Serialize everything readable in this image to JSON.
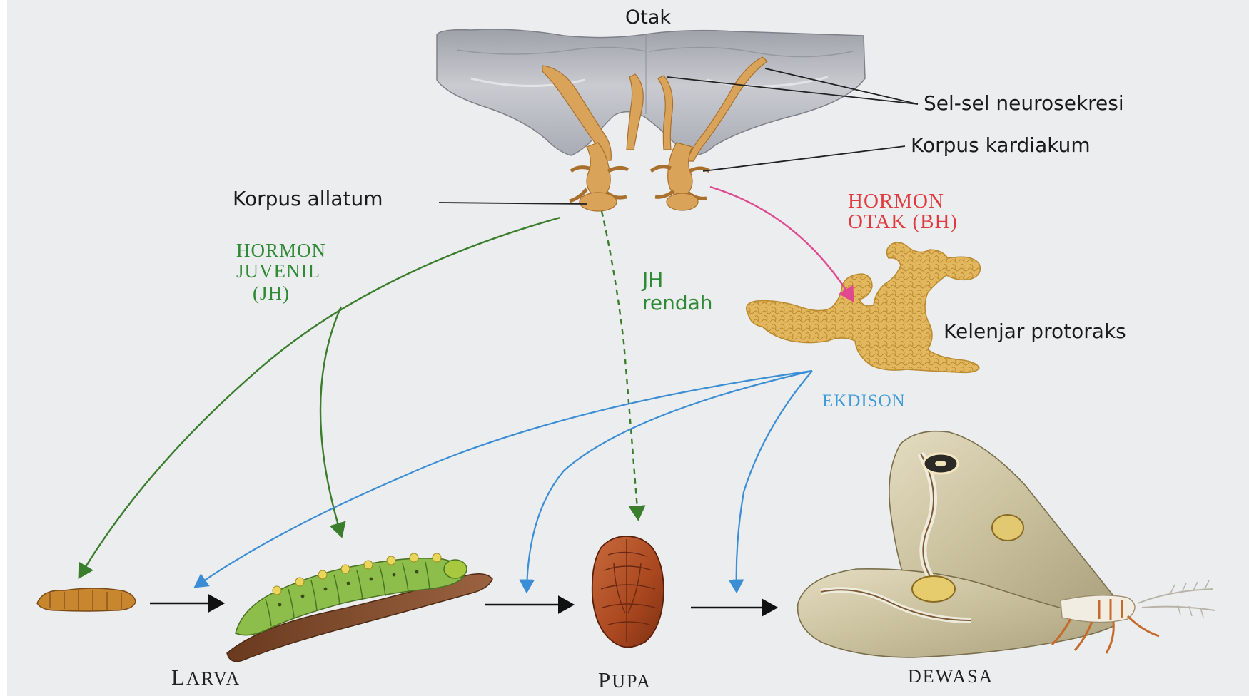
{
  "labels": {
    "otak": "Otak",
    "sel_sel_neurosekresi": "Sel-sel neurosekresi",
    "korpus_kardiakum": "Korpus kardiakum",
    "korpus_allatum": "Korpus allatum",
    "hormon_otak_line1": "HORMON",
    "hormon_otak_line2": "OTAK (BH)",
    "hormon_juvenil_line1": "HORMON",
    "hormon_juvenil_line2": "JUVENIL",
    "hormon_juvenil_line3": "(JH)",
    "jh_rendah_line1": "JH",
    "jh_rendah_line2": "rendah",
    "kelenjar_protoraks": "Kelenjar protoraks",
    "ekdison": "EKDISON",
    "larva_initial": "L",
    "larva_rest": "ARVA",
    "pupa_initial": "P",
    "pupa_rest": "UPA",
    "dewasa": "DEWASA"
  },
  "colors": {
    "background": "#ecedef",
    "brain": "#b9bcc3",
    "gland": "#d8ab55",
    "juvenile_hormone": "#3a7d2c",
    "brain_hormone": "#e0488f",
    "ecdysone": "#3b8ed6",
    "hormon_otak_text": "#e03a3e",
    "ekdison_text": "#3f9ad8",
    "jh_text": "#2e8a34",
    "stage_arrow": "#111111"
  },
  "icons": {
    "brain": "brain-illustration",
    "corpora": "endocrine-gland-illustration",
    "prothoracic_gland": "prothoracic-gland-illustration",
    "young_larva": "young-larva-illustration",
    "larva": "caterpillar-illustration",
    "pupa": "pupa-illustration",
    "adult": "moth-illustration"
  }
}
